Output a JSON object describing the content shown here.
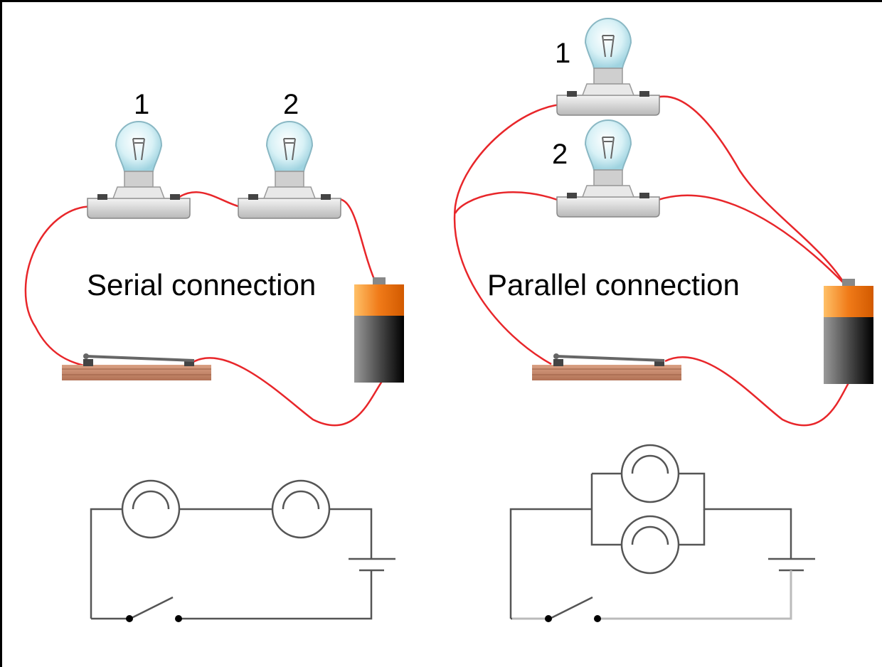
{
  "serial": {
    "title": "Serial connection",
    "bulb1_label": "1",
    "bulb2_label": "2"
  },
  "parallel": {
    "title": "Parallel connection",
    "bulb1_label": "1",
    "bulb2_label": "2"
  },
  "colors": {
    "wire": "#e8262a",
    "battery_top": "#f07a18",
    "battery_body": "#3a3a3a",
    "board": "#c98a6a",
    "schematic_line": "#555555"
  }
}
